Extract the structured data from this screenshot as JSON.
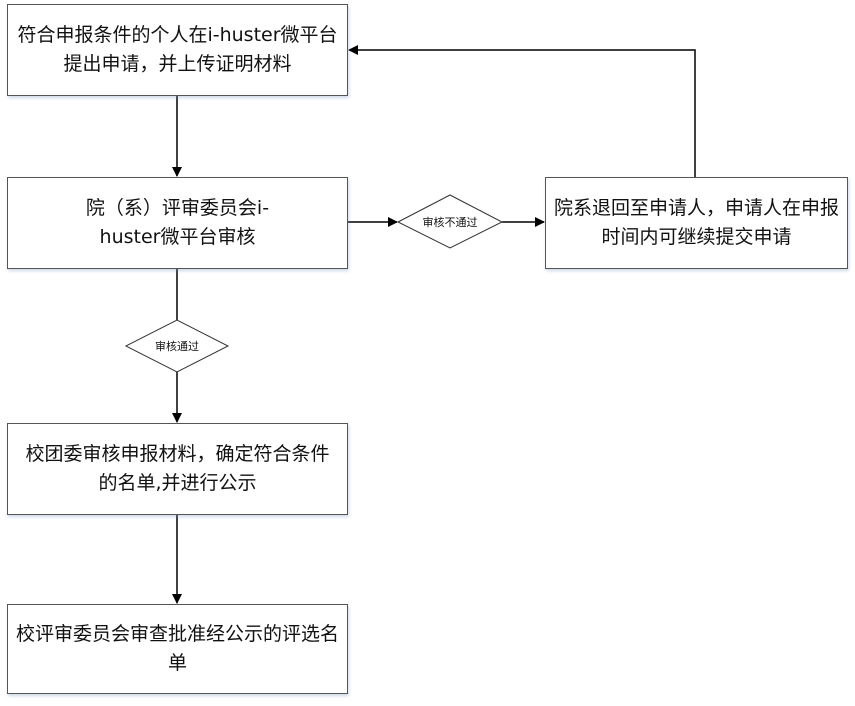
{
  "steps": {
    "apply": "符合申报条件的个人在i-huster微平台提出申请，并上传证明材料",
    "dept_review": "院（系）评审委员会i-huster微平台审核",
    "returned": "院系退回至申请人，申请人在申报时间内可继续提交申请",
    "league_review": "校团委审核申报材料，确定符合条件的名单,并进行公示",
    "final_review": "校评审委员会审查批准经公示的评选名单"
  },
  "decisions": {
    "rejected": "审核不通过",
    "approved": "审核通过"
  }
}
